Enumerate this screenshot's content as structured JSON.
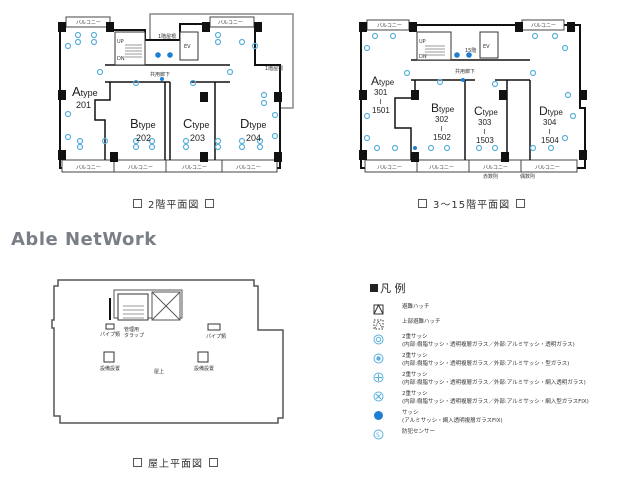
{
  "brand": {
    "name": "Able NetWork"
  },
  "floor_2": {
    "caption": "2階平面図",
    "common_corridor": "共用廊下",
    "balcony": "バルコニー",
    "ev": "EV",
    "up": "UP",
    "dn": "DN",
    "first_floor_roof": "1階屋根",
    "units": [
      {
        "type_prefix": "A",
        "type_suffix": "type",
        "number": "201"
      },
      {
        "type_prefix": "B",
        "type_suffix": "type",
        "number": "202"
      },
      {
        "type_prefix": "C",
        "type_suffix": "type",
        "number": "203"
      },
      {
        "type_prefix": "D",
        "type_suffix": "type",
        "number": "204"
      }
    ]
  },
  "floor_3_15": {
    "caption": "3～15階平面図",
    "common_corridor": "共用廊下",
    "balcony": "バルコニー",
    "ev": "EV",
    "up": "UP",
    "dn": "DN",
    "note_15f": "15階",
    "hatch_note_1": "赤数則",
    "hatch_note_2": "偶数則",
    "units": [
      {
        "type_prefix": "A",
        "type_suffix": "type",
        "from": "301",
        "tilde": "≀",
        "to": "1501"
      },
      {
        "type_prefix": "B",
        "type_suffix": "type",
        "from": "302",
        "tilde": "≀",
        "to": "1502"
      },
      {
        "type_prefix": "C",
        "type_suffix": "type",
        "from": "303",
        "tilde": "≀",
        "to": "1503"
      },
      {
        "type_prefix": "D",
        "type_suffix": "type",
        "from": "304",
        "tilde": "≀",
        "to": "1504"
      }
    ]
  },
  "rooftop": {
    "caption": "屋上平面図",
    "roof_label": "屋上",
    "mgmt_label_1": "管理用",
    "mgmt_label_2": "タラップ",
    "pipe_left": "パイプ類",
    "pipe_right": "パイプ類",
    "vent_left": "設備設置",
    "vent_right": "設備設置"
  },
  "legend": {
    "title": "凡 例",
    "items": [
      {
        "icon": "escape-hatch-icon",
        "label": "避難ハッチ",
        "detail": ""
      },
      {
        "icon": "upper-escape-hatch-icon",
        "label": "上部避難ハッチ",
        "detail": ""
      },
      {
        "icon": "double-sash-clear-icon",
        "label": "2重サッシ",
        "detail": "(内部:樹脂サッシ・透明複層ガラス／外部:アルミサッシ・透明ガラス)"
      },
      {
        "icon": "double-sash-patterned-icon",
        "label": "2重サッシ",
        "detail": "(内部:樹脂サッシ・透明複層ガラス／外部:アルミサッシ・型ガラス)"
      },
      {
        "icon": "double-sash-wired-clear-icon",
        "label": "2重サッシ",
        "detail": "(内部:樹脂サッシ・透明複層ガラス／外部:アルミサッシ・網入透明ガラス)"
      },
      {
        "icon": "double-sash-wired-fix-icon",
        "label": "2重サッシ",
        "detail": "(内部:樹脂サッシ・透明複層ガラス／外部:アルミサッシ・網入型ガラスFIX)"
      },
      {
        "icon": "sash-solid-icon",
        "label": "サッシ",
        "detail": "(アルミサッシ・網入透明複層ガラスFIX)"
      },
      {
        "icon": "security-sensor-icon",
        "label": "防犯センサー",
        "detail": ""
      }
    ]
  },
  "colors": {
    "window_blue": "#5ab0dc",
    "solid_blue": "#1f7fd1",
    "wall": "#111111",
    "brand_gray": "#7a7f87"
  }
}
